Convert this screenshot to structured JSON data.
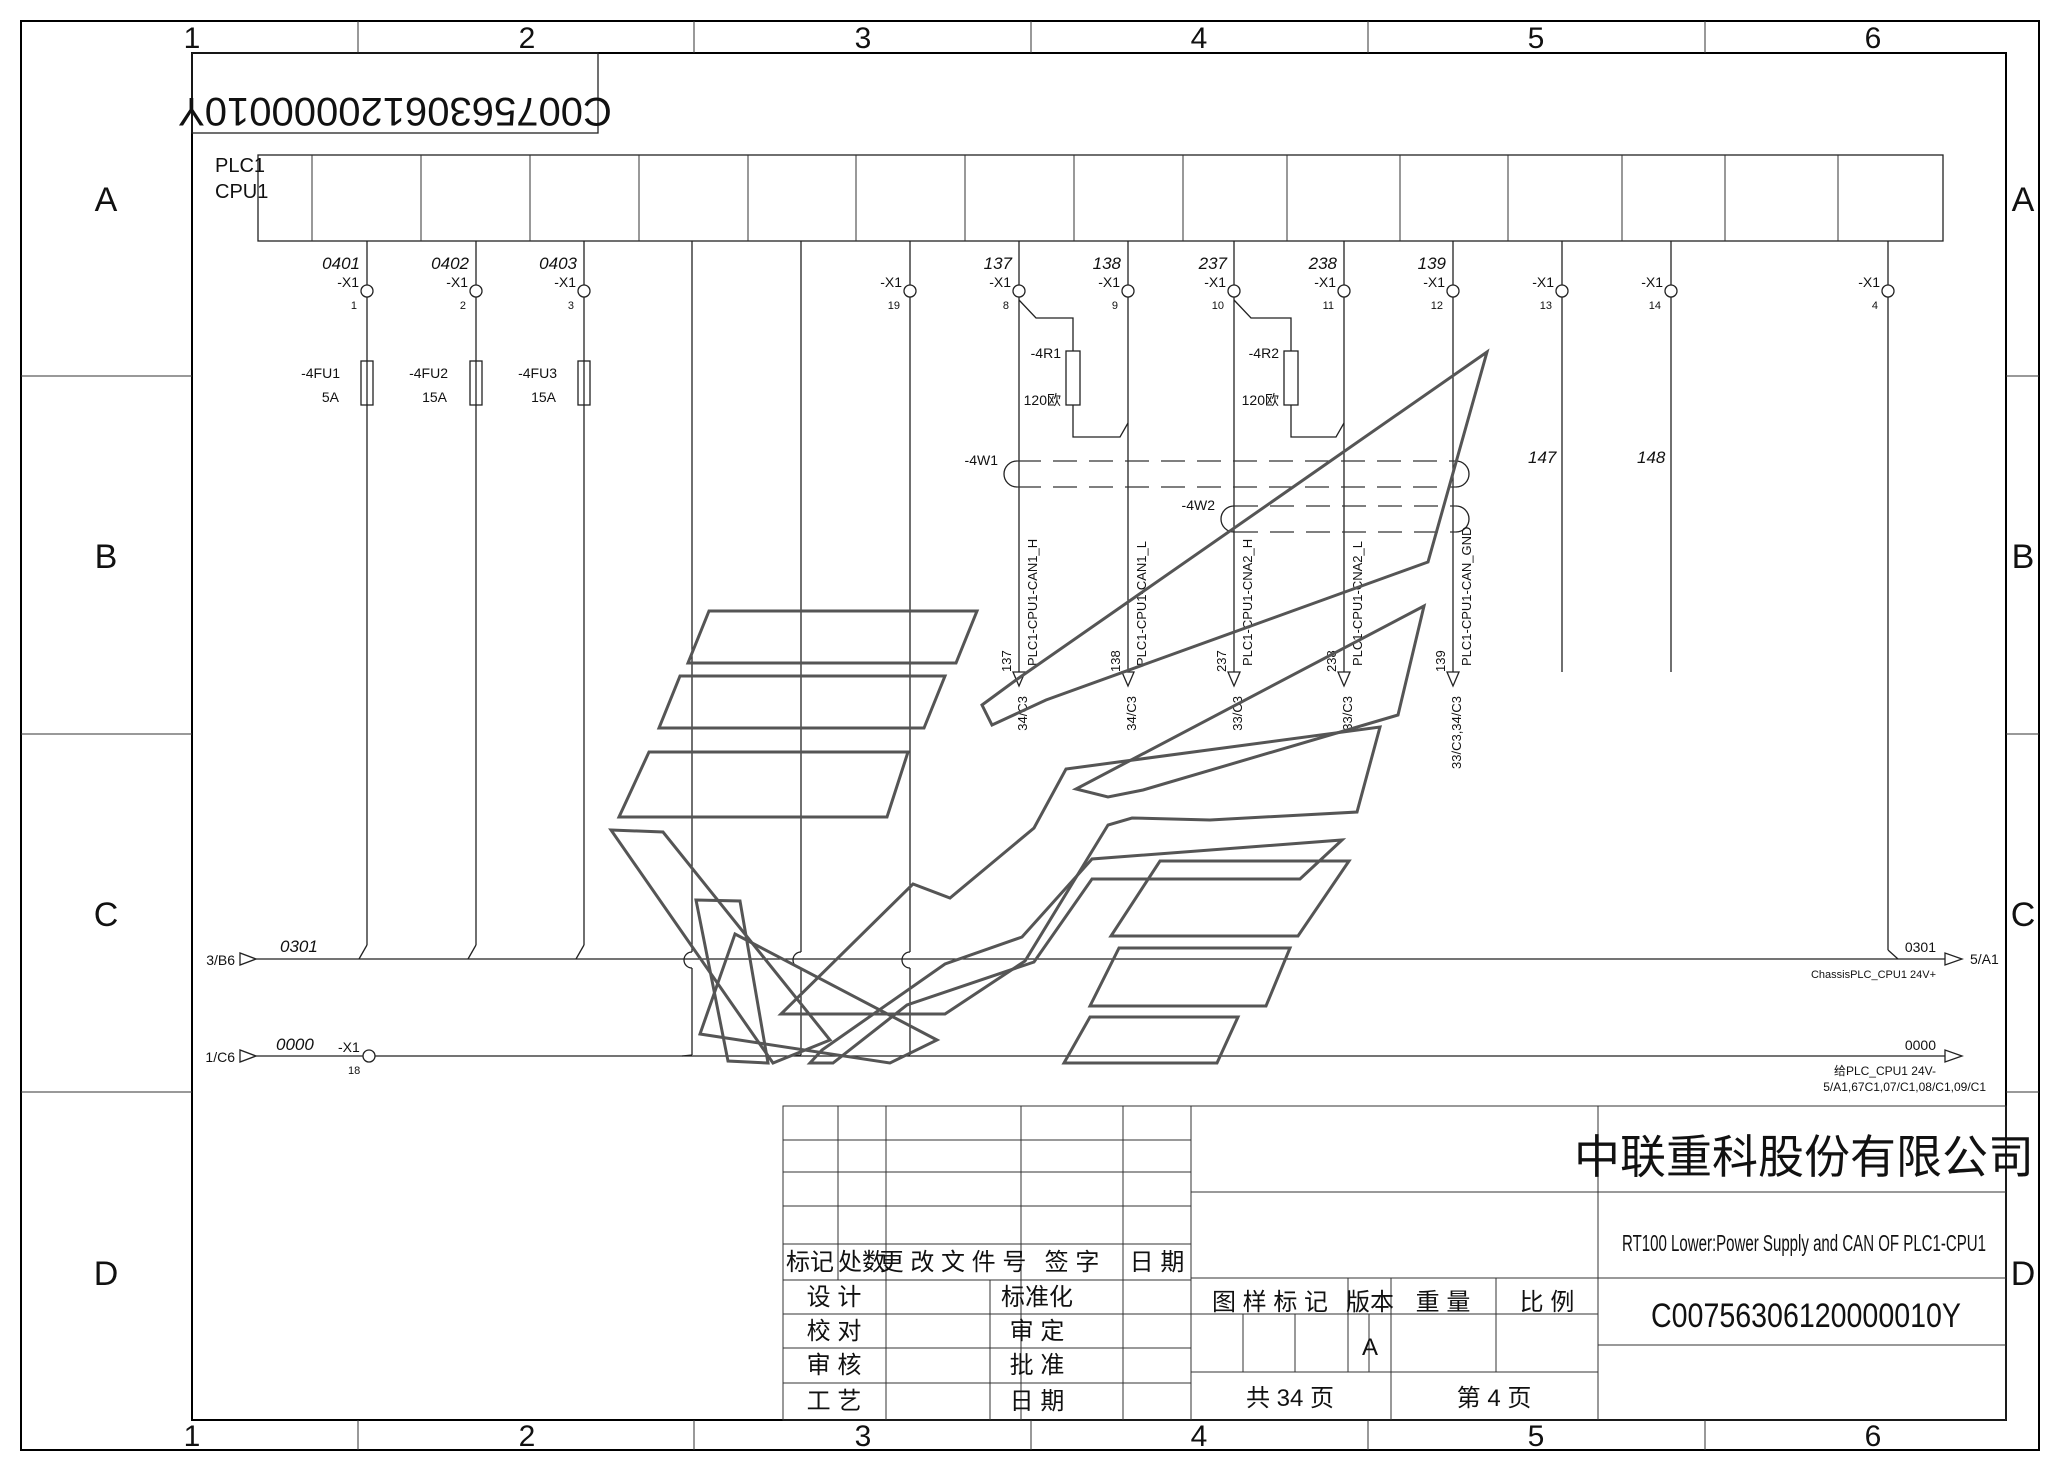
{
  "drawing": {
    "column_labels": [
      "1",
      "2",
      "3",
      "4",
      "5",
      "6"
    ],
    "row_labels": [
      "A",
      "B",
      "C",
      "D"
    ],
    "mirrored_code": "C00756306120000010Y",
    "module_name": [
      "PLC1",
      "CPU1"
    ]
  },
  "terminals": [
    {
      "wire": "0401",
      "tag": "-X1",
      "pin": "1"
    },
    {
      "wire": "0402",
      "tag": "-X1",
      "pin": "2"
    },
    {
      "wire": "0403",
      "tag": "-X1",
      "pin": "3"
    },
    {
      "wire": "",
      "tag": "-X1",
      "pin": "19"
    },
    {
      "wire": "137",
      "tag": "-X1",
      "pin": "8"
    },
    {
      "wire": "138",
      "tag": "-X1",
      "pin": "9"
    },
    {
      "wire": "237",
      "tag": "-X1",
      "pin": "10"
    },
    {
      "wire": "238",
      "tag": "-X1",
      "pin": "11"
    },
    {
      "wire": "139",
      "tag": "-X1",
      "pin": "12"
    },
    {
      "wire": "",
      "tag": "-X1",
      "pin": "13"
    },
    {
      "wire": "",
      "tag": "-X1",
      "pin": "14"
    },
    {
      "wire": "",
      "tag": "-X1",
      "pin": "4"
    }
  ],
  "fuses": [
    {
      "tag": "-4FU1",
      "rating": "5A"
    },
    {
      "tag": "-4FU2",
      "rating": "15A"
    },
    {
      "tag": "-4FU3",
      "rating": "15A"
    }
  ],
  "resistors": [
    {
      "tag": "-4R1",
      "value": "120欧"
    },
    {
      "tag": "-4R2",
      "value": "120欧"
    }
  ],
  "cables": {
    "w1": "-4W1",
    "w2": "-4W2"
  },
  "wire_numbers": {
    "w147": "147",
    "w148": "148"
  },
  "signals": [
    {
      "wire": "137",
      "name": "PLC1-CPU1-CAN1_H",
      "ref": "34/C3"
    },
    {
      "wire": "138",
      "name": "PLC1-CPU1-CAN1_L",
      "ref": "34/C3"
    },
    {
      "wire": "237",
      "name": "PLC1-CPU1-CNA2_H",
      "ref": "33/C3"
    },
    {
      "wire": "238",
      "name": "PLC1-CPU1-CNA2_L",
      "ref": "33/C3"
    },
    {
      "wire": "139",
      "name": "PLC1-CPU1-CAN_GND",
      "ref": "33/C3,34/C3"
    }
  ],
  "busses": {
    "plus": {
      "ref_in": "3/B6",
      "wire": "0301",
      "wire_out": "0301",
      "ref_out": "5/A1",
      "desc": "ChassisPLC_CPU1 24V+"
    },
    "minus": {
      "ref_in": "1/C6",
      "wire": "0000",
      "tag": "-X1",
      "pin": "18",
      "wire_out": "0000",
      "ref_out": "",
      "desc": "给PLC_CPU1 24V-",
      "ref_list": "5/A1,67C1,07/C1,08/C1,09/C1"
    }
  },
  "title_block": {
    "company": "中联重科股份有限公司",
    "title": "RT100 Lower:Power Supply and CAN OF PLC1-CPU1",
    "code": "C00756306120000010Y",
    "rev_headers": [
      "标记",
      "处数",
      "更 改 文 件 号",
      "签  字",
      "日 期"
    ],
    "left_roles": [
      "设  计",
      "校  对",
      "审  核",
      "工  艺"
    ],
    "mid_roles": [
      "标准化",
      "审  定",
      "批  准",
      "日  期"
    ],
    "headers": [
      "图 样 标 记",
      "版本",
      "重  量",
      "比  例"
    ],
    "version": "A",
    "total_pages": "共  34  页",
    "page": "第   4   页"
  }
}
